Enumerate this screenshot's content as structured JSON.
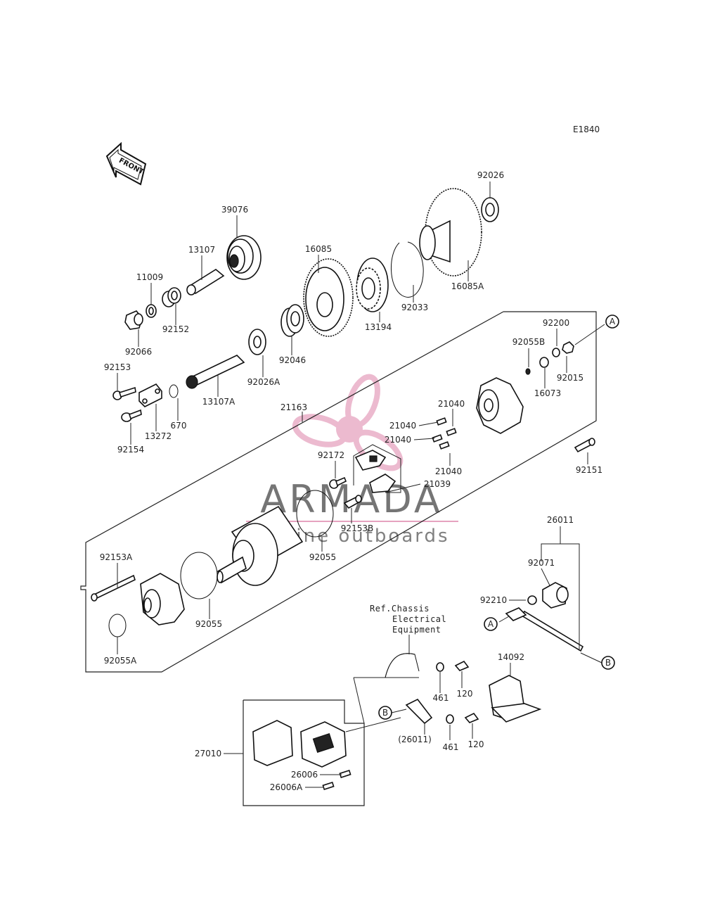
{
  "diagram_code": "E1840",
  "front_label": "FRONT",
  "watermark": {
    "brand": "ARMADA",
    "tagline": "marine outboards",
    "brand_color": "#5d5d5d",
    "logo_color": "#e6a3c0"
  },
  "ref_text": [
    "Ref.Chassis",
    "Electrical",
    "Equipment"
  ],
  "callouts": {
    "A": "A",
    "B": "B"
  },
  "parts": {
    "p92026": "92026",
    "p39076": "39076",
    "p16085": "16085",
    "p13107": "13107",
    "p11009": "11009",
    "p92033": "92033",
    "p16085A": "16085A",
    "p13194": "13194",
    "p92152": "92152",
    "p92066": "92066",
    "p92046": "92046",
    "p92026A": "92026A",
    "p92153": "92153",
    "p13107A": "13107A",
    "p670": "670",
    "p13272": "13272",
    "p92154": "92154",
    "p21163": "21163",
    "p92200": "92200",
    "p92055B": "92055B",
    "p92015": "92015",
    "p16073": "16073",
    "p21040a": "21040",
    "p21040b": "21040",
    "p21040c": "21040",
    "p21040d": "21040",
    "p92172": "92172",
    "p21039": "21039",
    "p92151": "92151",
    "p92153B": "92153B",
    "p92055a": "92055",
    "p26011": "26011",
    "p92153A": "92153A",
    "p92071": "92071",
    "p92210": "92210",
    "p92055b": "92055",
    "p92055A": "92055A",
    "p14092": "14092",
    "p461a": "461",
    "p120a": "120",
    "p26011b": "(26011)",
    "p461b": "461",
    "p120b": "120",
    "p27010": "27010",
    "p26006": "26006",
    "p26006A": "26006A"
  }
}
